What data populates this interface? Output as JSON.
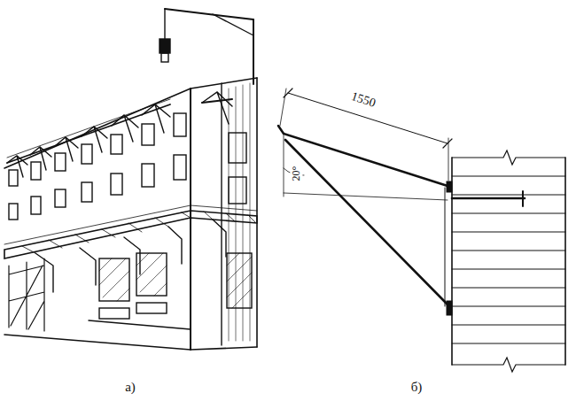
{
  "diagram": {
    "labels": [
      "а)",
      "б)",
      "1550",
      "20°"
    ]
  }
}
